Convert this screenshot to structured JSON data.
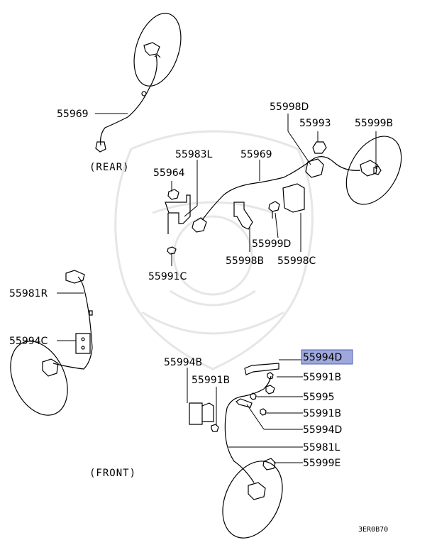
{
  "labels": {
    "p55969_rear": "55969",
    "p55998D": "55998D",
    "p55993": "55993",
    "p55999B": "55999B",
    "p55983L": "55983L",
    "p55969": "55969",
    "p55964": "55964",
    "p55999D": "55999D",
    "p55998B": "55998B",
    "p55998C": "55998C",
    "p55991C": "55991C",
    "p55981R": "55981R",
    "p55994C": "55994C",
    "p55994D_hl": "55994D",
    "p55994B": "55994B",
    "p55991B_a": "55991B",
    "p55991B_b": "55991B",
    "p55995": "55995",
    "p55991B_c": "55991B",
    "p55994D": "55994D",
    "p55981L": "55981L",
    "p55999E": "55999E"
  },
  "captions": {
    "rear": "(REAR)",
    "front": "(FRONT)",
    "drawing_code": "3ER0B70"
  },
  "highlight_color": "#9ea8dc"
}
